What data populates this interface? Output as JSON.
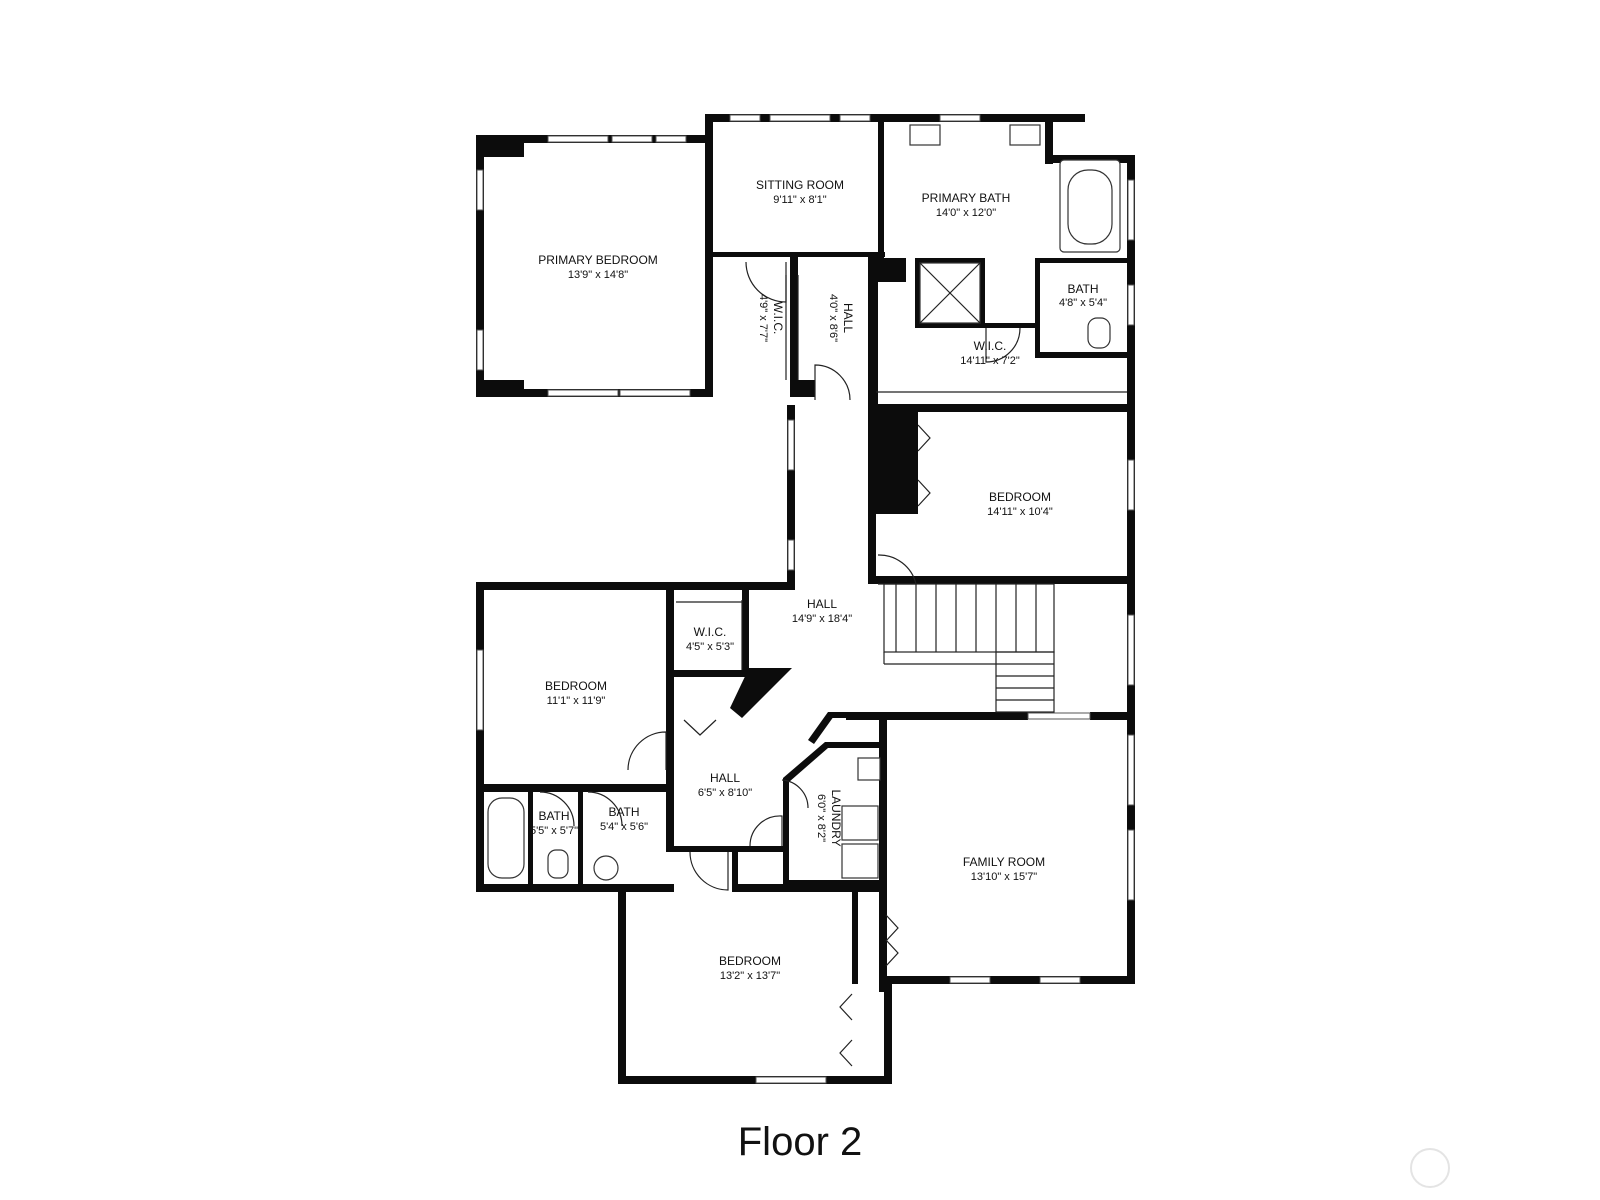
{
  "floor_title": "Floor 2",
  "rooms": {
    "sitting_room": {
      "name": "SITTING ROOM",
      "dim": "9'11\" x 8'1\""
    },
    "primary_bath": {
      "name": "PRIMARY BATH",
      "dim": "14'0\" x 12'0\""
    },
    "primary_bedroom": {
      "name": "PRIMARY BEDROOM",
      "dim": "13'9\" x 14'8\""
    },
    "bath_primary_small": {
      "name": "BATH",
      "dim": "4'8\" x 5'4\""
    },
    "wic_primary_left": {
      "name": "W.I.C.",
      "dim": "4'9\" x 7'7\""
    },
    "hall_upper": {
      "name": "HALL",
      "dim": "4'0\" x 8'6\""
    },
    "wic_primary_right": {
      "name": "W.I.C.",
      "dim": "14'11\" x 7'2\""
    },
    "bedroom_east": {
      "name": "BEDROOM",
      "dim": "14'11\" x 10'4\""
    },
    "hall_main": {
      "name": "HALL",
      "dim": "14'9\" x 18'4\""
    },
    "wic_small": {
      "name": "W.I.C.",
      "dim": "4'5\" x 5'3\""
    },
    "bedroom_west": {
      "name": "BEDROOM",
      "dim": "11'1\" x 11'9\""
    },
    "hall_lower": {
      "name": "HALL",
      "dim": "6'5\" x 8'10\""
    },
    "laundry": {
      "name": "LAUNDRY",
      "dim": "6'0\" x 8'2\""
    },
    "bath_left": {
      "name": "BATH",
      "dim": "5'5\" x 5'7\""
    },
    "bath_right": {
      "name": "BATH",
      "dim": "5'4\" x 5'6\""
    },
    "family_room": {
      "name": "FAMILY ROOM",
      "dim": "13'10\" x 15'7\""
    },
    "bedroom_south": {
      "name": "BEDROOM",
      "dim": "13'2\" x 13'7\""
    }
  }
}
